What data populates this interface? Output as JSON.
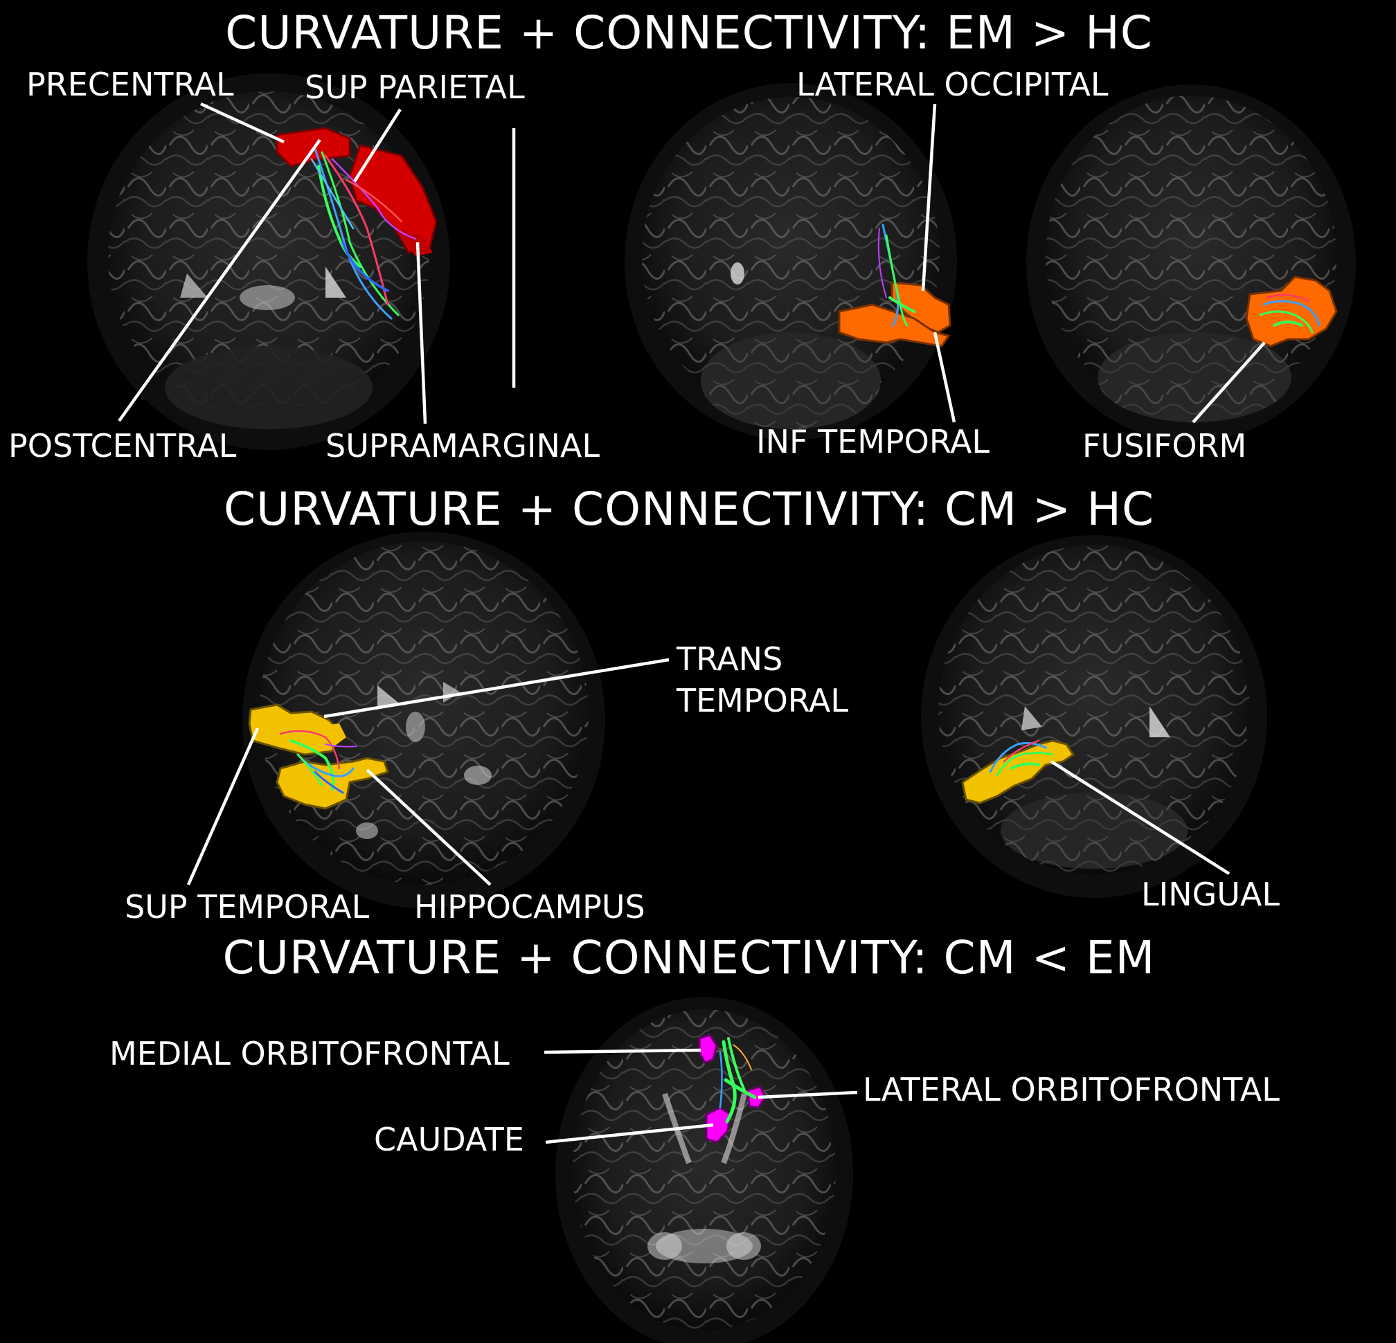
{
  "panels": [
    {
      "title": "CURVATURE + CONNECTIVITY: EM > HC",
      "region_color": "#d40000",
      "region_color_2": "#ff6a00",
      "labels": [
        "PRECENTRAL",
        "SUP PARIETAL",
        "POSTCENTRAL",
        "SUPRAMARGINAL",
        "LATERAL OCCIPITAL",
        "INF TEMPORAL",
        "FUSIFORM"
      ]
    },
    {
      "title": "CURVATURE + CONNECTIVITY: CM > HC",
      "region_color": "#f2c200",
      "labels": [
        "TRANS",
        "TEMPORAL",
        "SUP TEMPORAL",
        "HIPPOCAMPUS",
        "LINGUAL"
      ]
    },
    {
      "title": "CURVATURE + CONNECTIVITY: CM < EM",
      "region_color": "#ff00ff",
      "labels": [
        "MEDIAL ORBITOFRONTAL",
        "LATERAL ORBITOFRONTAL",
        "CAUDATE"
      ]
    }
  ]
}
